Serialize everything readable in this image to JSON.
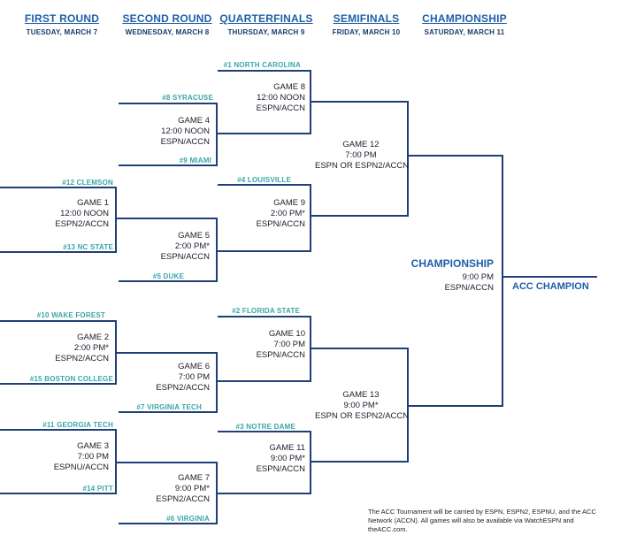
{
  "rounds": [
    {
      "title": "FIRST ROUND",
      "date": "TUESDAY, MARCH 7"
    },
    {
      "title": "SECOND ROUND",
      "date": "WEDNESDAY, MARCH 8"
    },
    {
      "title": "QUARTERFINALS",
      "date": "THURSDAY, MARCH 9"
    },
    {
      "title": "SEMIFINALS",
      "date": "FRIDAY, MARCH 10"
    },
    {
      "title": "CHAMPIONSHIP",
      "date": "SATURDAY, MARCH 11"
    }
  ],
  "teams": {
    "t1": "#1 NORTH CAROLINA",
    "t8": "#8 SYRACUSE",
    "t9": "#9 MIAMI",
    "t12": "#12 CLEMSON",
    "t13": "#13 NC STATE",
    "t4": "#4 LOUISVILLE",
    "t5": "#5 DUKE",
    "t10": "#10 WAKE FOREST",
    "t15": "#15 BOSTON COLLEGE",
    "t2": "#2 FLORIDA STATE",
    "t7": "#7 VIRGINIA TECH",
    "t11": "#11 GEORGIA TECH",
    "t14": "#14 PITT",
    "t3": "#3 NOTRE DAME",
    "t6": "#6 VIRGINIA"
  },
  "games": {
    "g1": {
      "name": "GAME 1",
      "time": "12:00 NOON",
      "tv": "ESPN2/ACCN"
    },
    "g2": {
      "name": "GAME 2",
      "time": "2:00 PM*",
      "tv": "ESPN2/ACCN"
    },
    "g3": {
      "name": "GAME 3",
      "time": "7:00 PM",
      "tv": "ESPNU/ACCN"
    },
    "g4": {
      "name": "GAME 4",
      "time": "12:00 NOON",
      "tv": "ESPN/ACCN"
    },
    "g5": {
      "name": "GAME 5",
      "time": "2:00 PM*",
      "tv": "ESPN/ACCN"
    },
    "g6": {
      "name": "GAME 6",
      "time": "7:00 PM",
      "tv": "ESPN2/ACCN"
    },
    "g7": {
      "name": "GAME 7",
      "time": "9:00 PM*",
      "tv": "ESPN2/ACCN"
    },
    "g8": {
      "name": "GAME 8",
      "time": "12:00 NOON",
      "tv": "ESPN/ACCN"
    },
    "g9": {
      "name": "GAME 9",
      "time": "2:00 PM*",
      "tv": "ESPN/ACCN"
    },
    "g10": {
      "name": "GAME 10",
      "time": "7:00 PM",
      "tv": "ESPN/ACCN"
    },
    "g11": {
      "name": "GAME 11",
      "time": "9:00 PM*",
      "tv": "ESPN/ACCN"
    },
    "g12": {
      "name": "GAME 12",
      "time": "7:00 PM",
      "tv": "ESPN OR ESPN2/ACCN"
    },
    "g13": {
      "name": "GAME 13",
      "time": "9:00 PM*",
      "tv": "ESPN OR ESPN2/ACCN"
    },
    "final": {
      "name": "CHAMPIONSHIP",
      "time": "9:00 PM",
      "tv": "ESPN/ACCN"
    }
  },
  "champion_label": "ACC CHAMPION",
  "footnote": "The ACC Tournament will be carried by ESPN, ESPN2, ESPNU, and the ACC Network (ACCN). All games will also be available via WatchESPN and theACC.com."
}
